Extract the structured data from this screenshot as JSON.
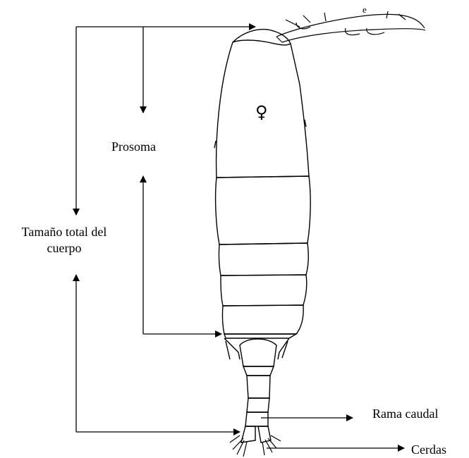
{
  "labels": {
    "prosoma": "Prosoma",
    "total_line1": "Tamaño total del",
    "total_line2": "cuerpo",
    "rama_caudal": "Rama caudal",
    "cerdas": "Cerdas"
  },
  "female_symbol": "♀",
  "colors": {
    "ink": "#000000",
    "background": "#ffffff"
  }
}
